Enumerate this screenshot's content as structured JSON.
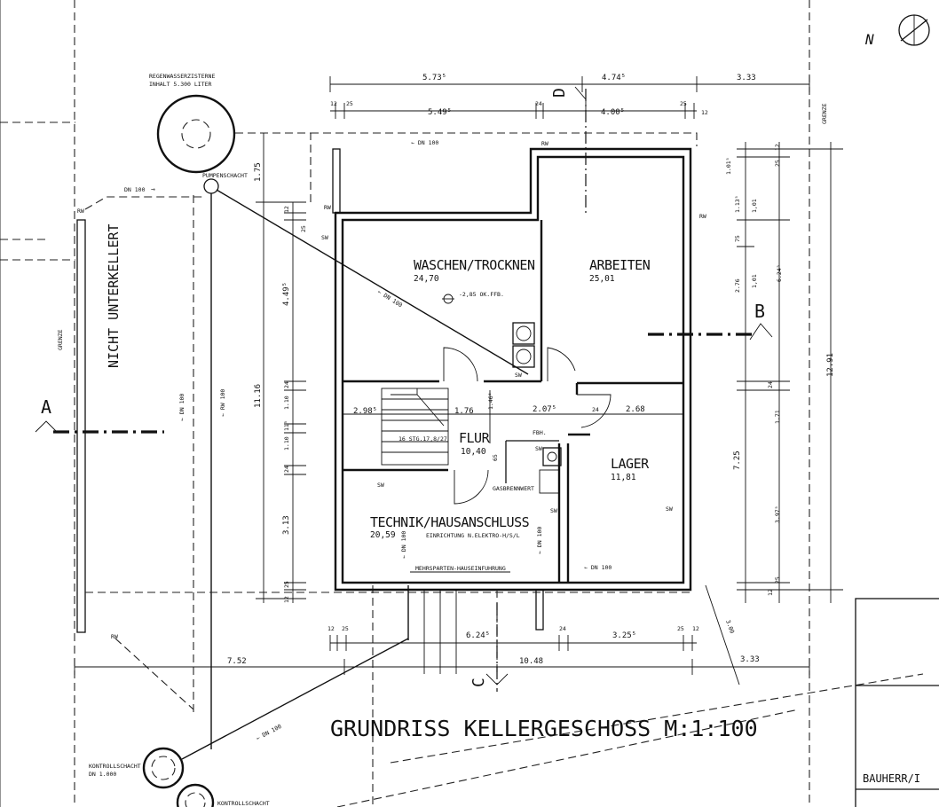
{
  "drawing": {
    "title": "GRUNDRISS KELLERGESCHOSS M:1:100",
    "compass": "N",
    "rooms": [
      {
        "name": "WASCHEN/TROCKNEN",
        "area": "24,70"
      },
      {
        "name": "ARBEITEN",
        "area": "25,01"
      },
      {
        "name": "FLUR",
        "area": "10,40"
      },
      {
        "name": "LAGER",
        "area": "11,81"
      },
      {
        "name": "TECHNIK/HAUSANSCHLUSS",
        "area": "20,59",
        "note": "EINRICHTUNG N.ELEKTRO-H/S/L"
      }
    ],
    "labels": {
      "nicht_unterkellert": "NICHT UNTERKELLERT",
      "grenze_left": "GRENZE",
      "grenze_right": "GRENZE",
      "cistern_line1": "REGENWASSERZISTERNE",
      "cistern_line2": "INHALT 5.300 LITER",
      "pumpenschacht": "PUMPENSCHACHT",
      "kontrollschacht1_line1": "KONTROLLSCHACHT",
      "kontrollschacht1_line2": "DN 1.000",
      "kontrollschacht2": "KONTROLLSCHACHT",
      "ok_ffb": "-2,85 OK.FFB.",
      "stair": "16 STG.17,8/27",
      "gasbrennwert": "GASBRENNWERT",
      "fbh": "FBH.",
      "mehrsparten": "MEHRSPARTEN-HAUSEINFUHRUNG",
      "dn100": "DN 100",
      "rw": "RW",
      "sw": "SW"
    },
    "section_marks": {
      "a": "A",
      "b": "B",
      "c": "C",
      "d": "D"
    },
    "dims_top": [
      "5.73⁵",
      "4.74⁵",
      "3.33"
    ],
    "dims_top2": [
      "12",
      "25",
      "5.49⁵",
      "24",
      "4.00⁵",
      "25",
      "12"
    ],
    "dims_bottom1": [
      "12",
      "25",
      "6.24⁵",
      "24",
      "3.25⁵",
      "25",
      "12"
    ],
    "dims_bottom2": [
      "7.52",
      "10.48",
      "3.33"
    ],
    "dims_left": [
      "1.75",
      "12",
      "25",
      "4.49⁵",
      "11.16",
      "24",
      "1.10",
      "11⁵",
      "1.10",
      "24",
      "3.13",
      "25",
      "12"
    ],
    "dims_right_inner": [
      "1.01⁵",
      "1.13⁵",
      "75",
      "2.76",
      "1,01",
      "1,01",
      "24",
      "1.71",
      "7.25",
      "3.97⁵",
      "12",
      "25"
    ],
    "dims_right_outer": [
      "25",
      "12",
      "6.24⁵",
      "12.91"
    ],
    "dims_interior": [
      "2.98⁵",
      "1.76",
      "1.46⁵",
      "2.07⁵",
      "24",
      "2.68",
      "65"
    ],
    "diag_dim": "3.00",
    "legend": {
      "bauherr": "BAUHERR/I"
    }
  }
}
